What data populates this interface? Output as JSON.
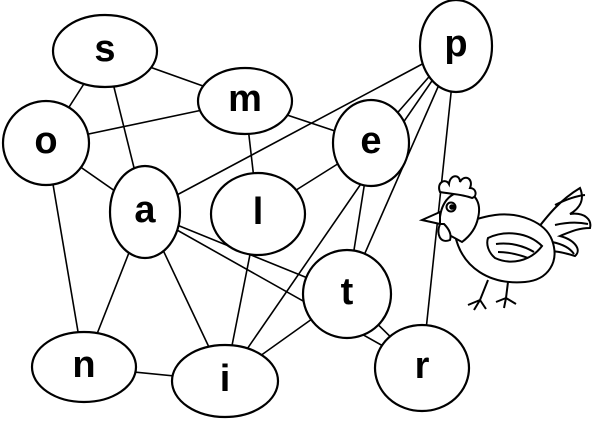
{
  "nodes": [
    {
      "id": "s",
      "label": "s"
    },
    {
      "id": "m",
      "label": "m"
    },
    {
      "id": "p",
      "label": "p"
    },
    {
      "id": "o",
      "label": "o"
    },
    {
      "id": "e",
      "label": "e"
    },
    {
      "id": "a",
      "label": "a"
    },
    {
      "id": "l",
      "label": "l"
    },
    {
      "id": "t",
      "label": "t"
    },
    {
      "id": "n",
      "label": "n"
    },
    {
      "id": "i",
      "label": "i"
    },
    {
      "id": "r",
      "label": "r"
    }
  ],
  "edges": [
    [
      "s",
      "m"
    ],
    [
      "s",
      "o"
    ],
    [
      "s",
      "a"
    ],
    [
      "m",
      "o"
    ],
    [
      "m",
      "l"
    ],
    [
      "m",
      "e"
    ],
    [
      "o",
      "a"
    ],
    [
      "o",
      "n"
    ],
    [
      "p",
      "e"
    ],
    [
      "p",
      "a"
    ],
    [
      "p",
      "t"
    ],
    [
      "p",
      "r"
    ],
    [
      "p",
      "i"
    ],
    [
      "e",
      "l"
    ],
    [
      "e",
      "t"
    ],
    [
      "a",
      "n"
    ],
    [
      "a",
      "i"
    ],
    [
      "a",
      "t"
    ],
    [
      "a",
      "r"
    ],
    [
      "l",
      "i"
    ],
    [
      "t",
      "i"
    ],
    [
      "t",
      "r"
    ],
    [
      "n",
      "i"
    ]
  ],
  "decoration": {
    "icon": "hen-icon"
  }
}
